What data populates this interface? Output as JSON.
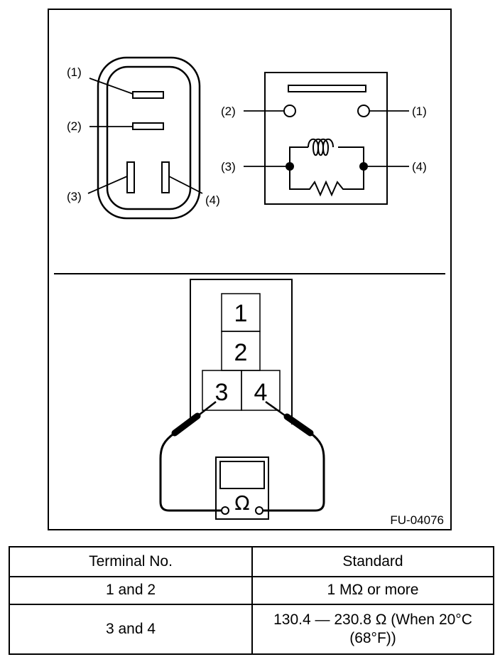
{
  "connector": {
    "labels": [
      "(1)",
      "(2)",
      "(3)",
      "(4)"
    ]
  },
  "relay": {
    "labels": [
      "(2)",
      "(1)",
      "(3)",
      "(4)"
    ]
  },
  "meter_view": {
    "terminals": [
      "1",
      "2",
      "3",
      "4"
    ],
    "ohm_symbol": "Ω"
  },
  "figure_code": "FU-04076",
  "table": {
    "headers": [
      "Terminal No.",
      "Standard"
    ],
    "rows": [
      {
        "terminal": "1 and 2",
        "standard": "1 MΩ or more"
      },
      {
        "terminal": "3 and 4",
        "standard": "130.4 — 230.8 Ω (When 20°C (68°F))"
      }
    ]
  }
}
